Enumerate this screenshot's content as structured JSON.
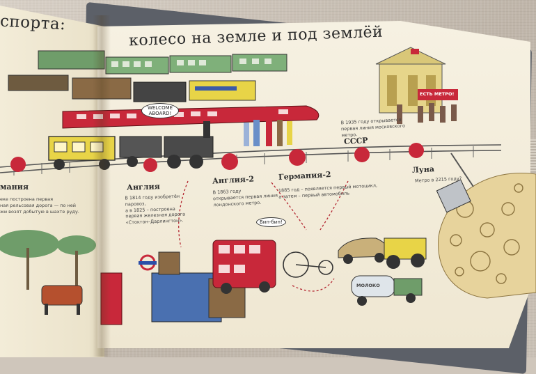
{
  "headings": {
    "left_fragment": "спорта:",
    "main": "колесо на земле и под землёй"
  },
  "locations": {
    "germany_left_fragment": "мания",
    "england": "Англия",
    "england2": "Англия-2",
    "germany2": "Германия-2",
    "ussr": "СССР",
    "moon": "Луна"
  },
  "captions": {
    "left_line1": "еке построена первая",
    "left_line2": "ная рельсовая дорога — по ней",
    "left_line3": "жи возят добытую в шахте руду.",
    "england_line1": "В 1814 году изобретён",
    "england_line2": "паровоз,",
    "england_line3": "а в 1825 – построена",
    "england_line4": "первая железная дорога",
    "england_line5": "«Стоктон–Дарлингтон».",
    "england2_line1": "В 1863 году",
    "england2_line2": "открывается первая линия",
    "england2_line3": "лондонского метро.",
    "germany2_line1": "1885 год – появляется первый мотоцикл,",
    "germany2_line2": "а затем – первый автомобиль",
    "ussr_line1": "В 1935 году открывается",
    "ussr_line2": "первая линия московского",
    "ussr_line3": "метро.",
    "moon_line1": "Метро в 2215 году?"
  },
  "speech": {
    "welcome": "WELCOME ABOARD!",
    "beep": "Бип-бип!",
    "milk": "МОЛОКО",
    "metro_banner": "ЕСТЬ МЕТРО!"
  },
  "colors": {
    "page": "#f3ecd8",
    "accent_red": "#c8283a",
    "train_green": "#6f9d6a",
    "train_yellow": "#e8d447",
    "moon": "#e7d39c"
  }
}
